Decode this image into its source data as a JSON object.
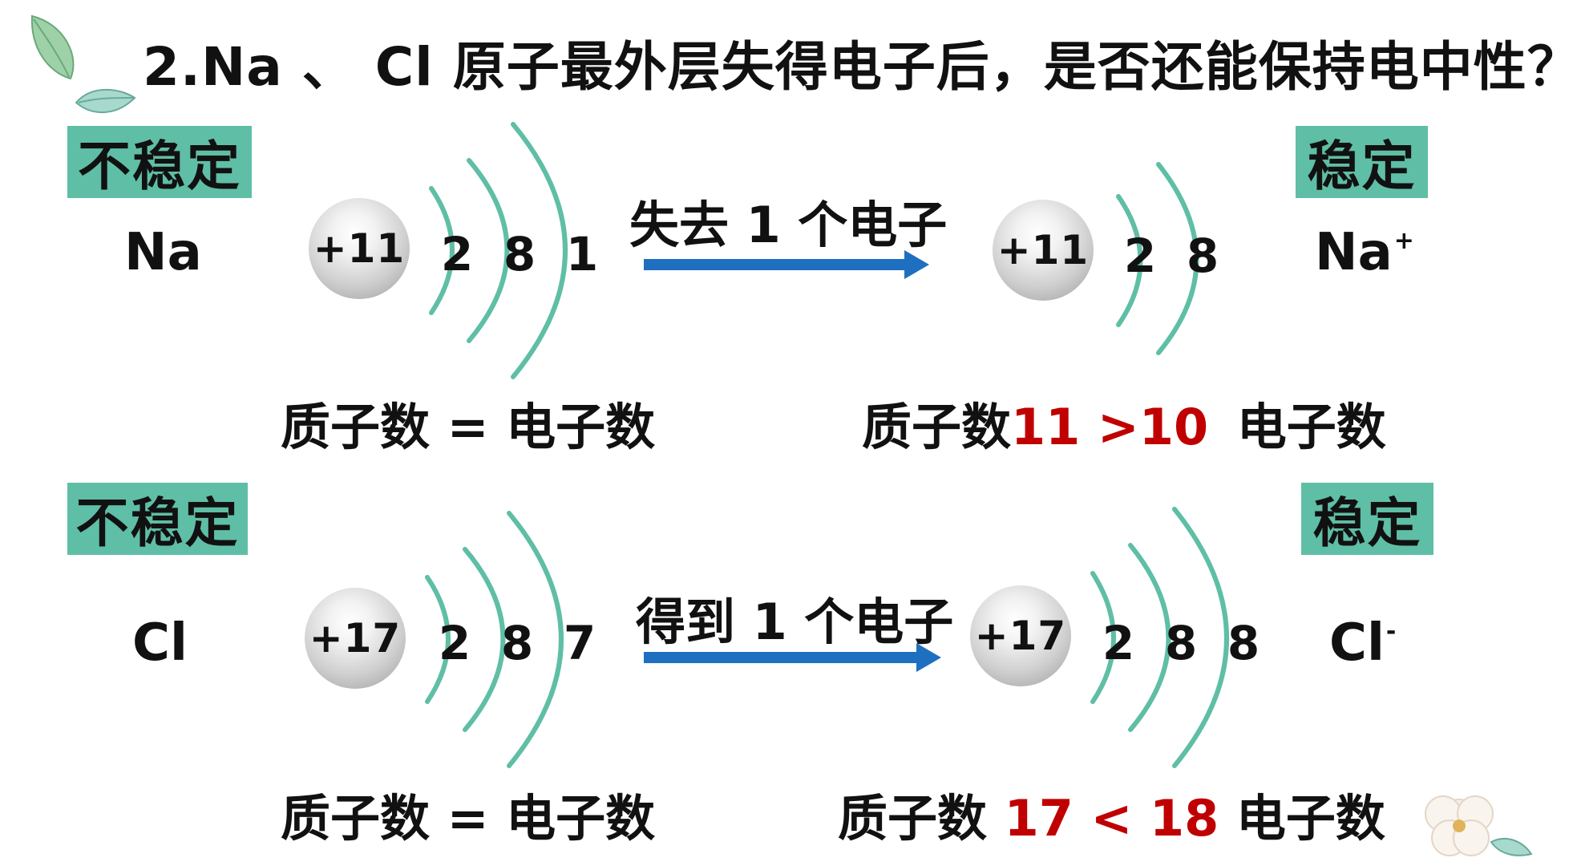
{
  "title": "2.Na 、 Cl 原子最外层失得电子后，是否还能保持电中性？",
  "na_row": {
    "left_badge": "不稳定",
    "right_badge": "稳定",
    "left_symbol": "Na",
    "right_symbol": "Na",
    "right_charge": "+",
    "left_nucleus": "+11",
    "left_shells": [
      "2",
      "8",
      "1"
    ],
    "arrow_label": "失去 1 个电子",
    "right_nucleus": "+11",
    "right_shells": [
      "2",
      "8"
    ],
    "left_relation": "质子数 = 电子数",
    "right_relation_prefix": "质子数",
    "right_relation_value": "11 >10",
    "right_relation_suffix": "电子数"
  },
  "cl_row": {
    "left_badge": "不稳定",
    "right_badge": "稳定",
    "left_symbol": "Cl",
    "right_symbol": "Cl",
    "right_charge": "-",
    "left_nucleus": "+17",
    "left_shells": [
      "2",
      "8",
      "7"
    ],
    "arrow_label": "得到 1 个电子",
    "right_nucleus": "+17",
    "right_shells": [
      "2",
      "8",
      "8"
    ],
    "left_relation": "质子数 = 电子数",
    "right_relation_prefix": "质子数",
    "right_relation_value": "17 < 18",
    "right_relation_suffix": "电子数"
  },
  "colors": {
    "badge": "#5fbea6",
    "shell": "#5fbea6",
    "arrow": "#1f6fc1",
    "highlight": "#c00000"
  }
}
